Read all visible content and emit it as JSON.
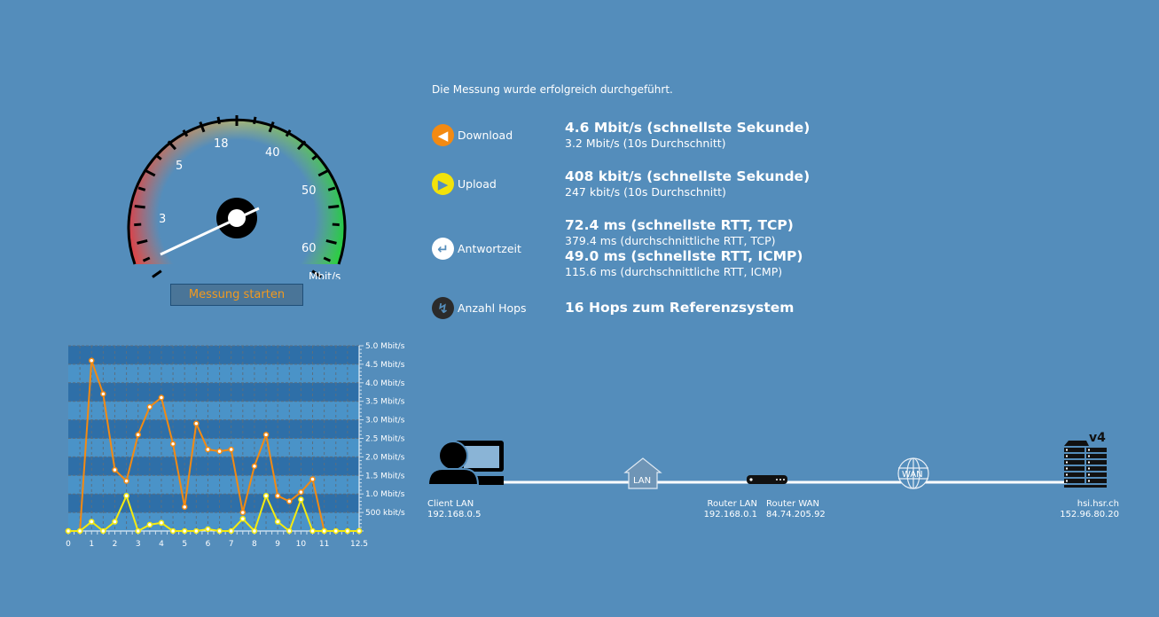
{
  "status": "Die Messung wurde erfolgreich durchgeführt.",
  "gauge": {
    "labels": [
      "3",
      "5",
      "18",
      "40",
      "50",
      "60"
    ],
    "unit": "Mbit/s",
    "start_button": "Messung starten"
  },
  "results": [
    {
      "icon": "download-arrow-icon",
      "label": "Download",
      "color": "#f38a12",
      "lines": [
        {
          "text": "4.6 Mbit/s (schnellste Sekunde)",
          "bold": true
        },
        {
          "text": "3.2 Mbit/s (10s Durchschnitt)",
          "bold": false
        }
      ]
    },
    {
      "icon": "upload-arrow-icon",
      "label": "Upload",
      "color": "#f2e20a",
      "lines": [
        {
          "text": "408 kbit/s (schnellste Sekunde)",
          "bold": true
        },
        {
          "text": "247 kbit/s (10s Durchschnitt)",
          "bold": false
        }
      ]
    },
    {
      "icon": "return-arrow-icon",
      "label": "Antwortzeit",
      "color": "#ffffff",
      "lines": [
        {
          "text": "72.4 ms (schnellste RTT, TCP)",
          "bold": true
        },
        {
          "text": "379.4 ms (durchschnittliche RTT, TCP)",
          "bold": false
        },
        {
          "text": "49.0 ms (schnellste RTT, ICMP)",
          "bold": true
        },
        {
          "text": "115.6 ms (durchschnittliche RTT, ICMP)",
          "bold": false
        }
      ]
    },
    {
      "icon": "hops-icon",
      "label": "Anzahl Hops",
      "color": "#2b2b2b",
      "lines": [
        {
          "text": "16 Hops zum Referenzsystem",
          "bold": true
        }
      ]
    }
  ],
  "network": {
    "client": {
      "name": "Client LAN",
      "ip": "192.168.0.5"
    },
    "lan_label": "LAN",
    "router_lan": {
      "name": "Router LAN",
      "ip": "192.168.0.1"
    },
    "router_wan": {
      "name": "Router WAN",
      "ip": "84.74.205.92"
    },
    "wan_label": "WAN",
    "server": {
      "name": "hsi.hsr.ch",
      "ip": "152.96.80.20",
      "badge": "v4"
    }
  },
  "chart_data": {
    "type": "line",
    "x": [
      0,
      0.5,
      1,
      1.5,
      2,
      2.5,
      3,
      3.5,
      4,
      4.5,
      5,
      5.5,
      6,
      6.5,
      7,
      7.5,
      8,
      8.5,
      9,
      9.5,
      10,
      10.5,
      11,
      11.5,
      12,
      12.5
    ],
    "series": [
      {
        "name": "Download",
        "color": "#f38a12",
        "values": [
          0,
          0,
          4.6,
          3.7,
          1.65,
          1.35,
          2.6,
          3.35,
          3.6,
          2.35,
          0.65,
          2.9,
          2.2,
          2.15,
          2.2,
          0.5,
          1.75,
          2.6,
          0.95,
          0.8,
          1.05,
          1.4,
          0,
          0,
          0,
          0
        ]
      },
      {
        "name": "Upload",
        "color": "#f5ea10",
        "values": [
          0,
          0,
          0.25,
          0,
          0.25,
          0.95,
          0,
          0.17,
          0.22,
          0,
          0,
          0,
          0.05,
          0,
          0,
          0.33,
          0,
          0.95,
          0.25,
          0,
          0.85,
          0,
          0,
          0,
          0,
          0
        ]
      }
    ],
    "xlim": [
      0,
      12.5
    ],
    "ylim": [
      0,
      5
    ],
    "xticks": [
      "0",
      "1",
      "2",
      "3",
      "4",
      "5",
      "6",
      "7",
      "8",
      "9",
      "10",
      "11",
      "12.5"
    ],
    "xtick_values": [
      0,
      1,
      2,
      3,
      4,
      5,
      6,
      7,
      8,
      9,
      10,
      11,
      12.5
    ],
    "yticks": [
      "500 kbit/s",
      "1.0 Mbit/s",
      "1.5 Mbit/s",
      "2.0 Mbit/s",
      "2.5 Mbit/s",
      "3.0 Mbit/s",
      "3.5 Mbit/s",
      "4.0 Mbit/s",
      "4.5 Mbit/s",
      "5.0 Mbit/s"
    ],
    "ytick_values": [
      0.5,
      1,
      1.5,
      2,
      2.5,
      3,
      3.5,
      4,
      4.5,
      5
    ],
    "grid": true
  }
}
